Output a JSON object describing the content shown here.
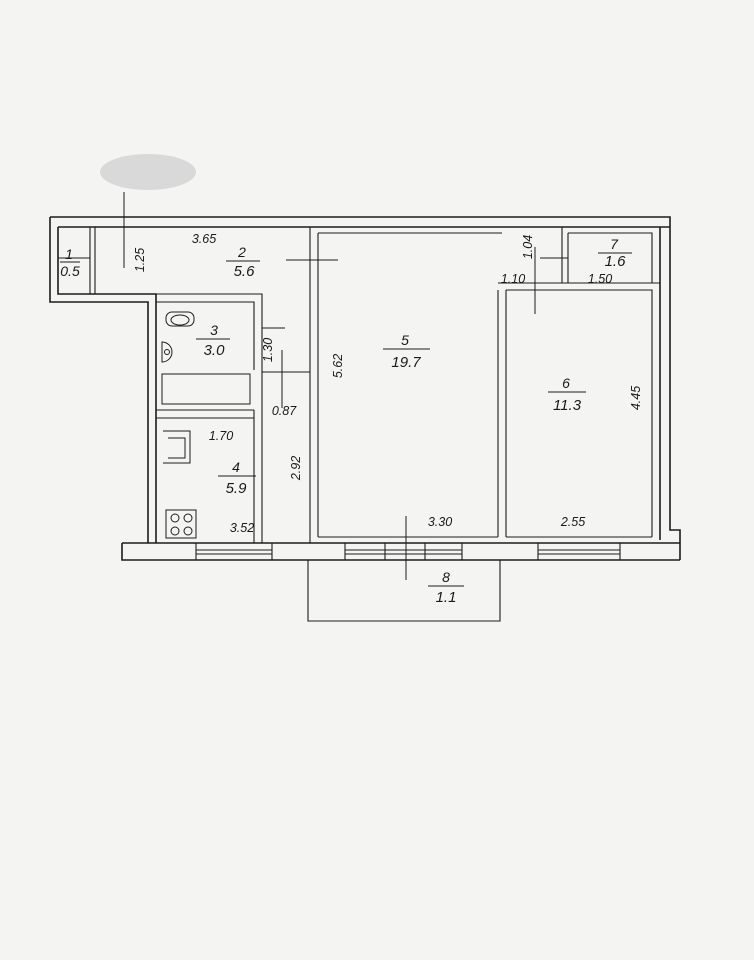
{
  "plan": {
    "rooms": [
      {
        "number": "1",
        "area": "0.5"
      },
      {
        "number": "2",
        "area": "5.6"
      },
      {
        "number": "3",
        "area": "3.0"
      },
      {
        "number": "4",
        "area": "5.9"
      },
      {
        "number": "5",
        "area": "19.7"
      },
      {
        "number": "6",
        "area": "11.3"
      },
      {
        "number": "7",
        "area": "1.6"
      },
      {
        "number": "8",
        "area": "1.1"
      }
    ],
    "dimensions": {
      "d_3_65": "3.65",
      "d_1_25": "1.25",
      "d_1_30": "1.30",
      "d_0_87": "0.87",
      "d_1_70": "1.70",
      "d_2_92": "2.92",
      "d_3_52": "3.52",
      "d_5_62": "5.62",
      "d_3_30": "3.30",
      "d_1_04": "1.04",
      "d_1_10": "1.10",
      "d_1_50": "1.50",
      "d_4_45": "4.45",
      "d_2_55": "2.55"
    }
  }
}
